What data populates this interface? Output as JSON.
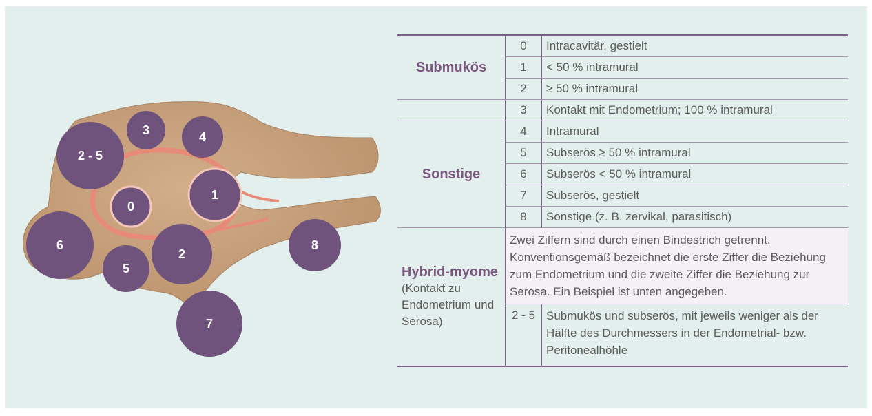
{
  "figure": {
    "badges": [
      {
        "id": "2-5",
        "label": "2 - 5"
      },
      {
        "id": "3",
        "label": "3"
      },
      {
        "id": "4",
        "label": "4"
      },
      {
        "id": "1",
        "label": "1"
      },
      {
        "id": "0",
        "label": "0"
      },
      {
        "id": "6",
        "label": "6"
      },
      {
        "id": "5",
        "label": "5"
      },
      {
        "id": "2",
        "label": "2"
      },
      {
        "id": "8",
        "label": "8"
      },
      {
        "id": "7",
        "label": "7"
      }
    ],
    "colors": {
      "tissue": "#c6a07b",
      "badge": "#6f537c",
      "cavity": "#e88a78",
      "background": "#e3efec",
      "header": "#7b577f"
    }
  },
  "table": {
    "groups": {
      "submucous": "Submukös",
      "other": "Sonstige",
      "hybrid_title": "Hybrid-myome",
      "hybrid_sub": "(Kontakt zu Endometrium und Serosa)"
    },
    "rows": [
      {
        "num": "0",
        "text": "Intracavitär, gestielt"
      },
      {
        "num": "1",
        "text": "< 50 % intramural"
      },
      {
        "num": "2",
        "text": "≥ 50 % intramural"
      },
      {
        "num": "3",
        "text": "Kontakt mit Endometrium; 100 % intramural"
      },
      {
        "num": "4",
        "text": "Intramural"
      },
      {
        "num": "5",
        "text": "Subserös ≥ 50 % intramural"
      },
      {
        "num": "6",
        "text": "Subserös < 50 % intramural"
      },
      {
        "num": "7",
        "text": "Subserös, gestielt"
      },
      {
        "num": "8",
        "text": "Sonstige (z. B. zervikal, parasitisch)"
      }
    ],
    "hybrid_note": "Zwei Ziffern sind durch einen Bindestrich getrennt. Konventionsgemäß bezeichnet die erste Ziffer die Beziehung zum Endometrium und die zweite Ziffer die Beziehung zur Serosa. Ein Beispiel ist unten angegeben.",
    "hybrid_example": {
      "num": "2 - 5",
      "text": "Submukös und subserös, mit jeweils weniger als der Hälfte des Durchmessers in der Endometrial- bzw. Peritonealhöhle"
    }
  }
}
